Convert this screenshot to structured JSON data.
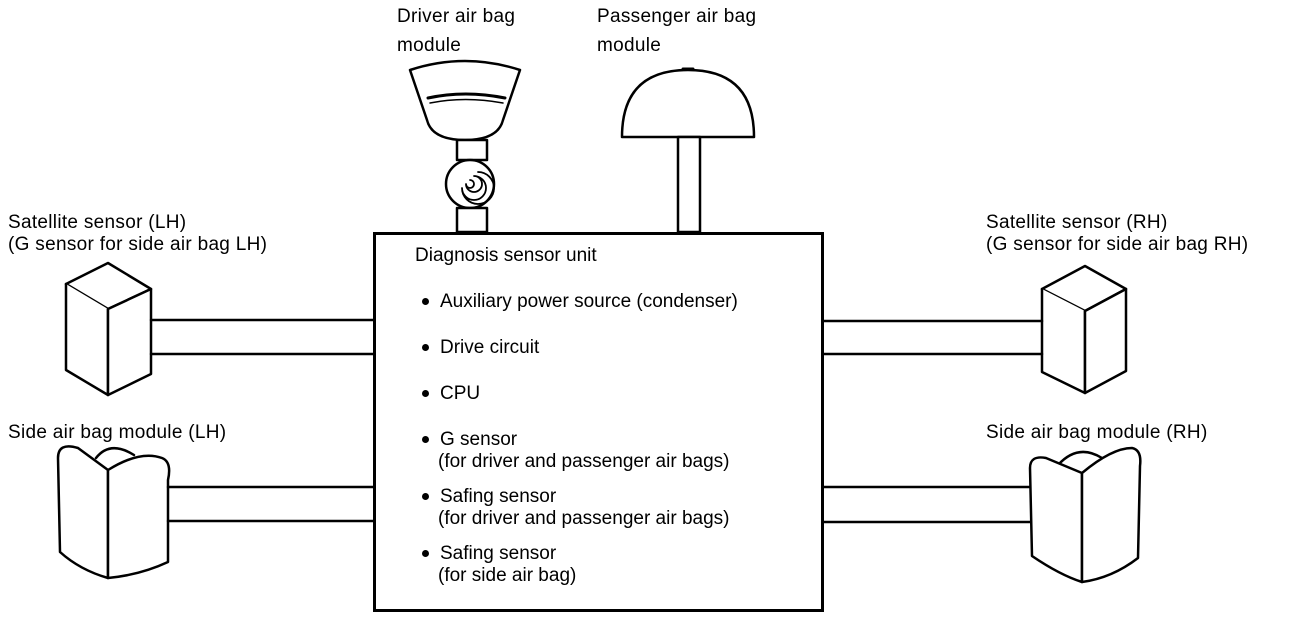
{
  "labels": {
    "driver_airbag": [
      "Driver air bag",
      "module"
    ],
    "passenger_airbag": [
      "Passenger air bag",
      "module"
    ],
    "satellite_lh": [
      "Satellite sensor (LH)",
      "(G sensor for side air bag LH)"
    ],
    "satellite_rh": [
      "Satellite sensor (RH)",
      "(G sensor for side air bag RH)"
    ],
    "side_module_lh": "Side air bag module (LH)",
    "side_module_rh": "Side air bag module (RH)"
  },
  "diagnosis_unit": {
    "title": "Diagnosis sensor unit",
    "features": [
      {
        "line1": "Auxiliary power source (condenser)",
        "line2": ""
      },
      {
        "line1": "Drive circuit",
        "line2": ""
      },
      {
        "line1": "CPU",
        "line2": ""
      },
      {
        "line1": "G sensor",
        "line2": "(for driver and passenger air bags)"
      },
      {
        "line1": "Safing sensor",
        "line2": "(for driver and passenger air bags)"
      },
      {
        "line1": "Safing sensor",
        "line2": "(for side air bag)"
      }
    ]
  }
}
